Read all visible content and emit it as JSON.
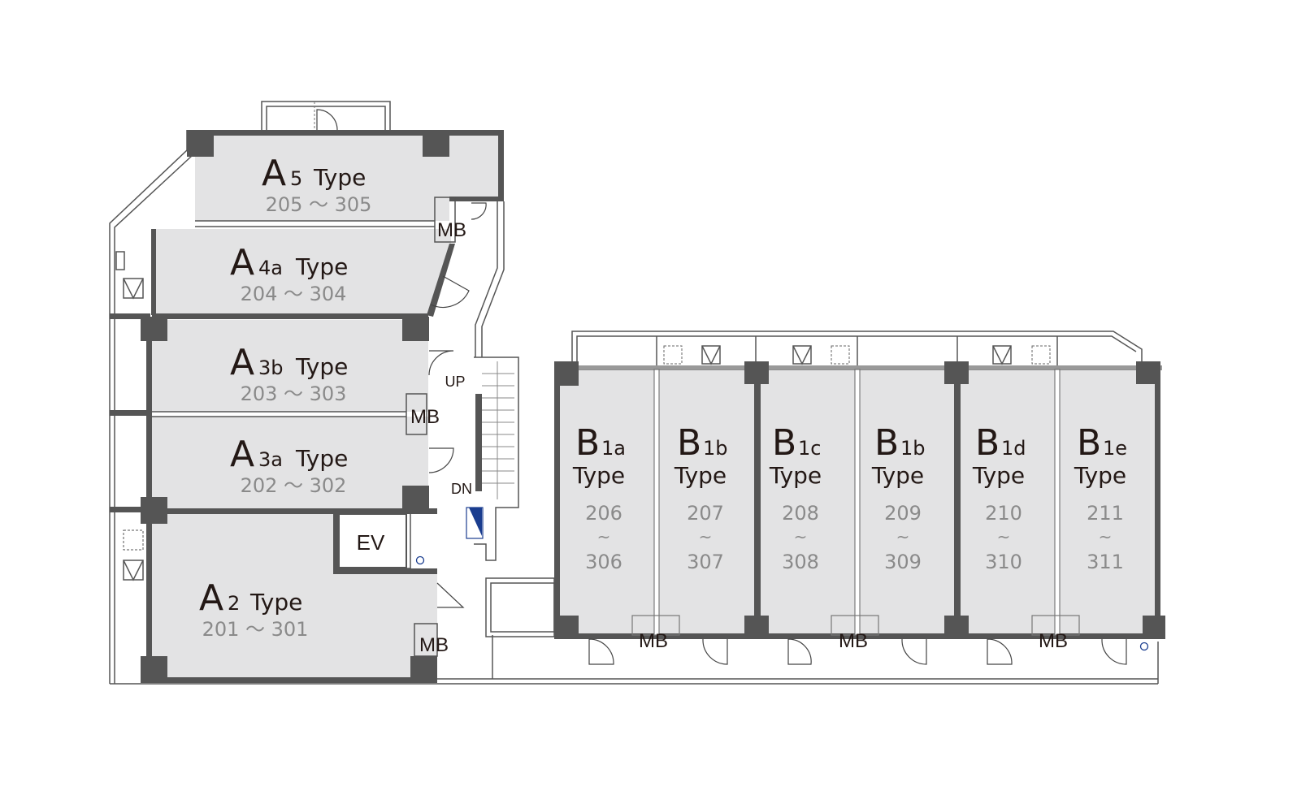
{
  "units_a": [
    {
      "letter": "A",
      "sub": "5",
      "type": "Type",
      "range": "205 ～ 305"
    },
    {
      "letter": "A",
      "sub": "4a",
      "type": "Type",
      "range": "204 ～ 304"
    },
    {
      "letter": "A",
      "sub": "3b",
      "type": "Type",
      "range": "203 ～ 303"
    },
    {
      "letter": "A",
      "sub": "3a",
      "type": "Type",
      "range": "202 ～ 302"
    },
    {
      "letter": "A",
      "sub": "2",
      "type": "Type",
      "range": "201 ～ 301"
    }
  ],
  "units_b": [
    {
      "letter": "B",
      "sub": "1a",
      "type": "Type",
      "from": "206",
      "sep": "~",
      "to": "306"
    },
    {
      "letter": "B",
      "sub": "1b",
      "type": "Type",
      "from": "207",
      "sep": "~",
      "to": "307"
    },
    {
      "letter": "B",
      "sub": "1c",
      "type": "Type",
      "from": "208",
      "sep": "~",
      "to": "308"
    },
    {
      "letter": "B",
      "sub": "1b",
      "type": "Type",
      "from": "209",
      "sep": "~",
      "to": "309"
    },
    {
      "letter": "B",
      "sub": "1d",
      "type": "Type",
      "from": "210",
      "sep": "~",
      "to": "310"
    },
    {
      "letter": "B",
      "sub": "1e",
      "type": "Type",
      "from": "211",
      "sep": "~",
      "to": "311"
    }
  ],
  "labels": {
    "mb": "MB",
    "ev": "EV",
    "up": "UP",
    "dn": "DN"
  },
  "colors": {
    "wall": "#555555",
    "room": "#e3e3e4",
    "text": "#231815",
    "range": "#8a8a8a",
    "accent": "#1a3d8f"
  }
}
